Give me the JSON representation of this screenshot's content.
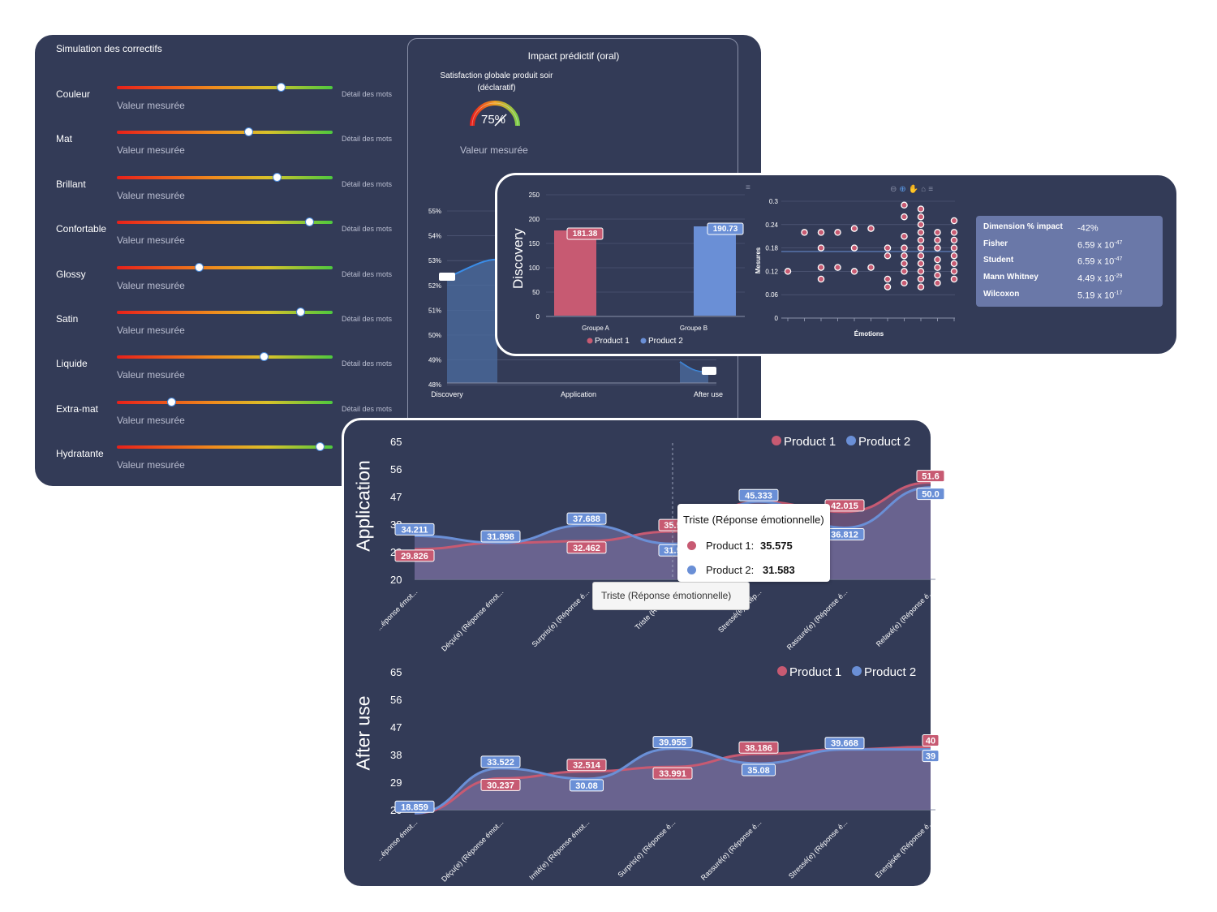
{
  "simulation": {
    "title": "Simulation des correctifs",
    "measured_label": "Valeur mesurée",
    "detail_label": "Détail des mots",
    "sliders": [
      {
        "label": "Couleur",
        "level": 0.76
      },
      {
        "label": "Mat",
        "level": 0.61
      },
      {
        "label": "Brillant",
        "level": 0.74
      },
      {
        "label": "Confortable",
        "level": 0.89
      },
      {
        "label": "Glossy",
        "level": 0.38
      },
      {
        "label": "Satin",
        "level": 0.85
      },
      {
        "label": "Liquide",
        "level": 0.68
      },
      {
        "label": "Extra-mat",
        "level": 0.25
      },
      {
        "label": "Hydratante",
        "level": 0.94
      }
    ]
  },
  "impact": {
    "title": "Impact prédictif (oral)",
    "gauge_title_line1": "Satisfaction globale produit soir",
    "gauge_title_line2": "(déclaratif)",
    "gauge_value": "75%",
    "gauge_level": 0.75,
    "measured_label": "Valeur mesurée",
    "chart_data": {
      "type": "area",
      "categories": [
        "Discovery",
        "Application",
        "After use"
      ],
      "y_ticks": [
        "55%",
        "54%",
        "53%",
        "52%",
        "51%",
        "50%",
        "49%",
        "48%"
      ],
      "ylim": [
        48,
        55
      ]
    }
  },
  "discovery": {
    "y_title": "Discovery",
    "bar_chart": {
      "type": "bar",
      "categories": [
        "Groupe A",
        "Groupe B"
      ],
      "series": [
        {
          "name": "Product 1",
          "values": [
            181.38
          ],
          "color": "#c75a72"
        },
        {
          "name": "Product 2",
          "values": [
            190.73
          ],
          "color": "#6a8fd6"
        }
      ],
      "y_ticks": [
        "250",
        "200",
        "150",
        "100",
        "50",
        "0"
      ],
      "ylim": [
        0,
        250
      ],
      "value_labels": [
        "181.38",
        "190.73"
      ],
      "legend": [
        "Product 1",
        "Product 2"
      ]
    },
    "scatter": {
      "ylabel": "Mesures",
      "xlabel": "Émotions",
      "y_ticks": [
        "0.3",
        "0.24",
        "0.18",
        "0.12",
        "0.06",
        "0"
      ],
      "ylim": [
        0,
        0.3
      ]
    },
    "stats": [
      {
        "name": "Dimension % impact",
        "value": "-42%",
        "exp": ""
      },
      {
        "name": "Fisher",
        "value": "6.59 x 10",
        "exp": "-47"
      },
      {
        "name": "Student",
        "value": "6.59 x 10",
        "exp": "-47"
      },
      {
        "name": "Mann Whitney",
        "value": "4.49 x 10",
        "exp": "-29"
      },
      {
        "name": "Wilcoxon",
        "value": "5.19 x 10",
        "exp": "-17"
      }
    ]
  },
  "application": {
    "y_title": "Application",
    "legend": [
      "Product 1",
      "Product 2"
    ],
    "y_ticks": [
      "65",
      "56",
      "47",
      "38",
      "29",
      "20"
    ],
    "chart_data": {
      "type": "area",
      "ylim": [
        20,
        65
      ],
      "categories": [
        "...éponse émot...",
        "Déçu(e) (Réponse émot...",
        "Surpris(e) (Réponse é...",
        "Triste (Répons...",
        "Stressé(e) (Rép...",
        "Rassuré(e) (Réponse é...",
        "Relaxé(e) (Réponse é..."
      ],
      "series": [
        {
          "name": "Product 1",
          "values": [
            29.826,
            31.898,
            32.462,
            35.575,
            45.333,
            42.015,
            51.6
          ],
          "labels": [
            "29.826",
            "",
            "32.462",
            "35.5",
            "",
            "42.015",
            "51.6"
          ]
        },
        {
          "name": "Product 2",
          "values": [
            34.211,
            31.898,
            37.688,
            31.583,
            45.333,
            36.812,
            50.0
          ],
          "labels": [
            "34.211",
            "31.898",
            "37.688",
            "31.5",
            "45.333",
            "36.812",
            "50.0"
          ]
        }
      ]
    },
    "tooltip": {
      "title": "Triste (Réponse émotionnelle)",
      "p1_label": "Product 1:",
      "p1_value": "35.575",
      "p2_label": "Product 2:",
      "p2_value": "31.583"
    },
    "hover_label": "Triste (Réponse émotionnelle)"
  },
  "after_use": {
    "y_title": "After use",
    "legend": [
      "Product 1",
      "Product 2"
    ],
    "y_ticks": [
      "65",
      "56",
      "47",
      "38",
      "29",
      "20"
    ],
    "chart_data": {
      "type": "area",
      "ylim": [
        20,
        65
      ],
      "categories": [
        "...éponse émot...",
        "Déçu(e) (Réponse émot...",
        "Irrité(e) (Réponse émot...",
        "Surpris(e) (Réponse é...",
        "Rassuré(e) (Réponse é...",
        "Stressé(e) (Réponse é...",
        "Energisée (Réponse é..."
      ],
      "series": [
        {
          "name": "Product 1",
          "values": [
            18.859,
            30.237,
            32.514,
            33.991,
            38.186,
            39.668,
            40.5
          ],
          "labels": [
            "",
            "30.237",
            "32.514",
            "33.991",
            "38.186",
            "",
            "40"
          ]
        },
        {
          "name": "Product 2",
          "values": [
            18.859,
            33.522,
            30.08,
            39.955,
            35.08,
            39.668,
            39.7
          ],
          "labels": [
            "18.859",
            "33.522",
            "30.08",
            "39.955",
            "35.08",
            "39.668",
            "39"
          ]
        }
      ]
    }
  },
  "colors": {
    "panel": "#333b57",
    "product1": "#c75a72",
    "product2": "#6a8fd6"
  }
}
